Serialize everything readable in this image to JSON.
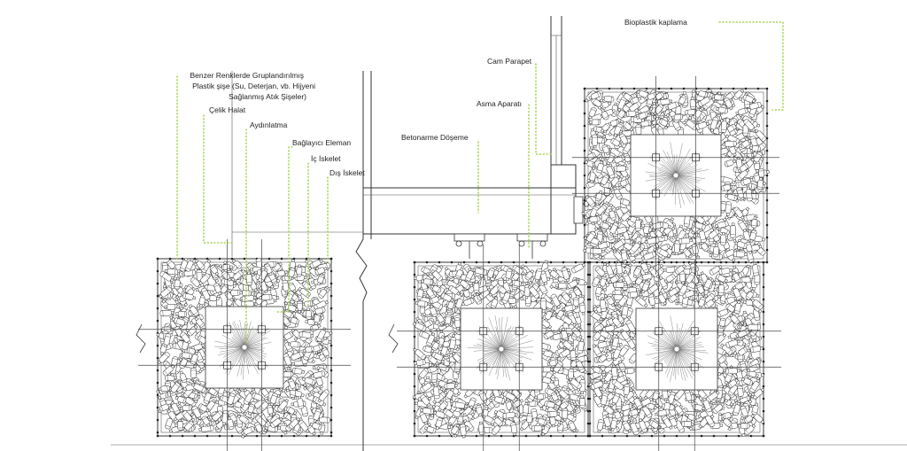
{
  "labels": {
    "bottle_group_line1": "Benzer Renklerde Gruplandırılmış",
    "bottle_group_line2": "Plastik şişe (Su, Deterjan, vb. Hijyeni",
    "bottle_group_line3": "Sağlanmış Atık Şişeler)",
    "steel_cable": "Çelik Halat",
    "lighting": "Aydınlatma",
    "connector": "Bağlayıcı Eleman",
    "inner_frame": "İç İskelet",
    "outer_frame": "Dış İskelet",
    "concrete_slab": "Betonarme Döşeme",
    "suspension": "Asma Aparatı",
    "glass_parapet": "Cam Parapet",
    "bioplastic": "Bioplastik kaplama"
  },
  "colors": {
    "leader": "#9acd32",
    "ink": "#222222",
    "bottle_fill": "#ffffff",
    "bottle_stroke": "#3a3a3a"
  },
  "icons": {
    "bottle": "plastic-bottle-icon",
    "light": "starburst-light-icon",
    "connector": "cross-connector-icon",
    "suspension": "hanger-bracket-icon"
  }
}
